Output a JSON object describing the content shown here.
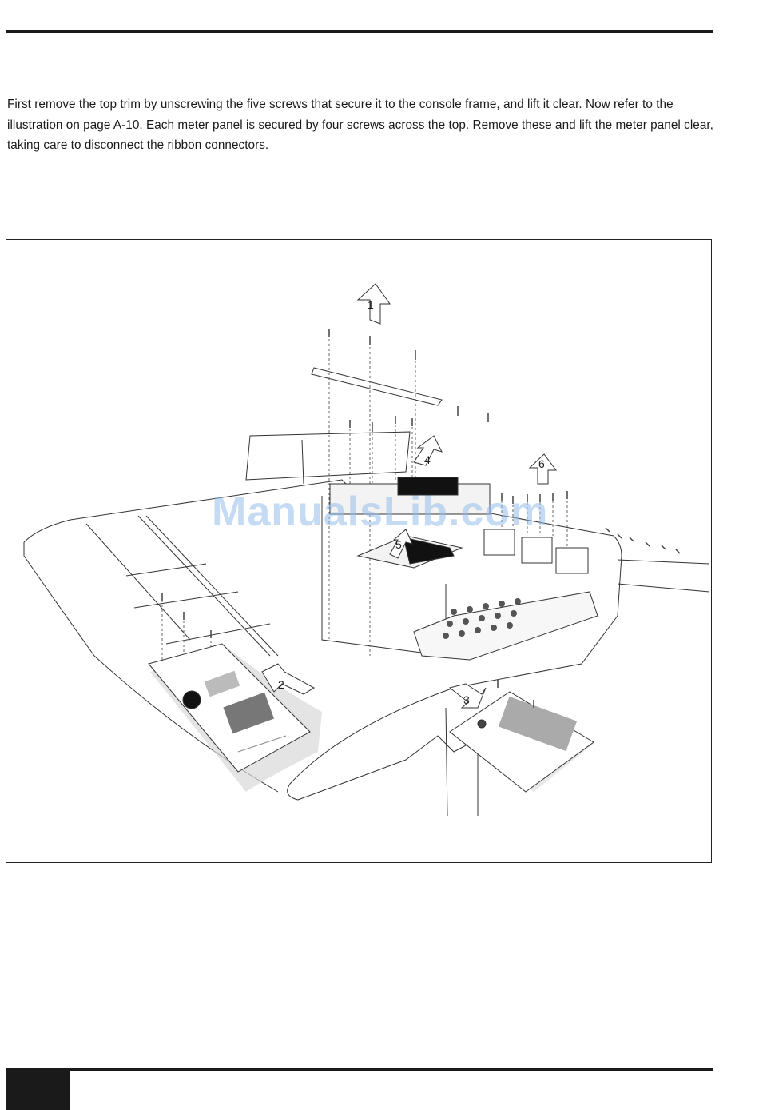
{
  "document": {
    "paragraph": "First remove the top trim by unscrewing the five screws that secure it to the console frame, and lift it clear. Now refer to the illustration on page A-10. Each meter panel is secured by four screws across the top. Remove these and lift the meter panel clear, taking care to disconnect the ribbon connectors."
  },
  "figure": {
    "callouts": [
      "1",
      "2",
      "3",
      "4",
      "5",
      "6"
    ],
    "watermark": "ManualsLib.com"
  }
}
